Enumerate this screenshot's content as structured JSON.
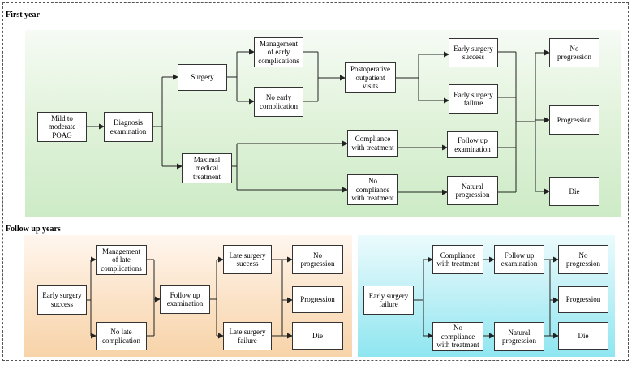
{
  "sections": {
    "first_year": "First year",
    "follow_up": "Follow up years"
  },
  "nodes": {
    "mild_poag": "Mild to\nmoderate\nPOAG",
    "diagnosis": "Diagnosis\nexamination",
    "surgery": "Surgery",
    "mgmt_early": "Management\nof early\ncomplications",
    "no_early": "No early\ncomplication",
    "postop": "Postoperative\noutpatient\nvisits",
    "early_success": "Early surgery\nsuccess",
    "early_failure": "Early surgery\nfailure",
    "no_prog_1": "No\nprogression",
    "prog_1": "Progression",
    "die_1": "Die",
    "max_med": "Maximal\nmedical\ntreatment",
    "compliance_1": "Compliance\nwith treatment",
    "no_compliance_1": "No\ncompliance\nwith treatment",
    "follow_exam_1": "Follow up\nexamination",
    "natural_1": "Natural\nprogression",
    "fs_early_success": "Early surgery\nsuccess",
    "fs_mgmt_late": "Management\nof late\ncomplications",
    "fs_no_late": "No late\ncomplication",
    "fs_follow_exam": "Follow up\nexamination",
    "fs_late_success": "Late surgery\nsuccess",
    "fs_late_failure": "Late surgery\nfailure",
    "fs_no_prog": "No\nprogression",
    "fs_prog": "Progression",
    "fs_die": "Die",
    "ff_early_failure": "Early surgery\nfailure",
    "ff_compliance": "Compliance\nwith treatment",
    "ff_no_compliance": "No\ncompliance\nwith treatment",
    "ff_follow_exam": "Follow up\nexamination",
    "ff_natural": "Natural\nprogression",
    "ff_no_prog": "No\nprogression",
    "ff_prog": "Progression",
    "ff_die": "Die"
  },
  "colors": {
    "first_year_panel": "#d6efd0",
    "success_panel": "#f9dcba",
    "failure_panel": "#a9ecf3"
  }
}
